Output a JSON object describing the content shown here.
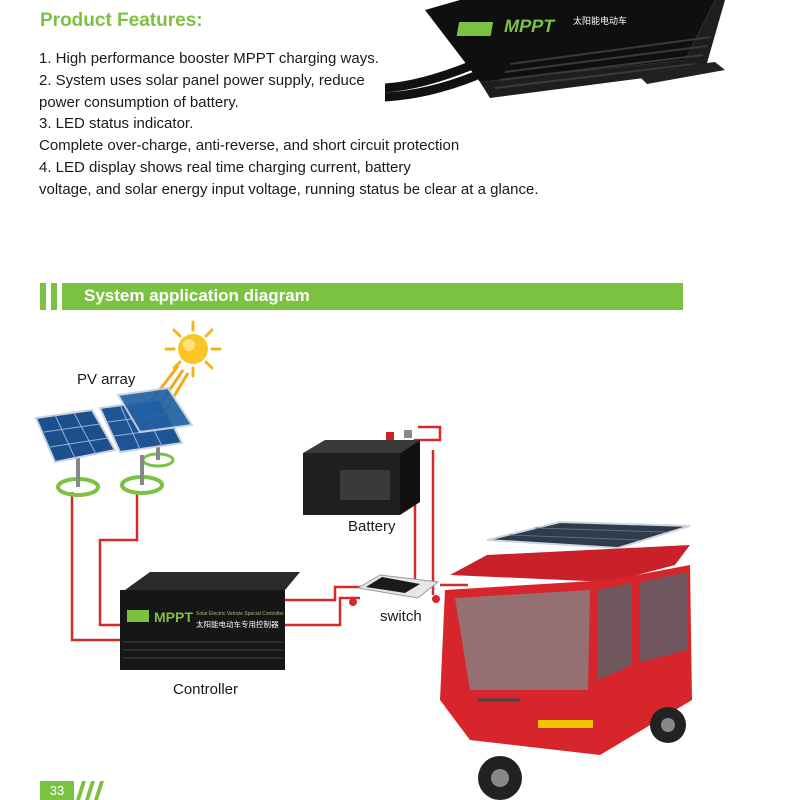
{
  "features": {
    "title": "Product Features:",
    "lines": [
      "1. High performance booster MPPT charging ways.",
      "2. System uses solar panel power supply, reduce",
      "power consumption of  battery.",
      "3. LED status indicator.",
      "Complete over-charge, anti-reverse, and short circuit protection",
      "4. LED display shows real time charging current, battery",
      "voltage, and solar energy input voltage, running status be clear at a glance."
    ]
  },
  "product_photo": {
    "brand_text": "MPPT",
    "subtitle_cn": "太阳能电动车"
  },
  "diagram": {
    "section_title": "System application diagram",
    "labels": {
      "pv_array": "PV array",
      "battery": "Battery",
      "switch": "switch",
      "controller": "Controller"
    },
    "controller_brand": "MPPT",
    "controller_subtitle_cn": "太阳能电动车专用控制器",
    "controller_subtitle_en": "Solar Electric Vehicle Special Controller"
  },
  "footer": {
    "page_number": "33"
  },
  "colors": {
    "accent_green": "#7cc242",
    "wire_red": "#d42a2a",
    "vehicle_red": "#d8252b",
    "controller_black": "#161616"
  }
}
